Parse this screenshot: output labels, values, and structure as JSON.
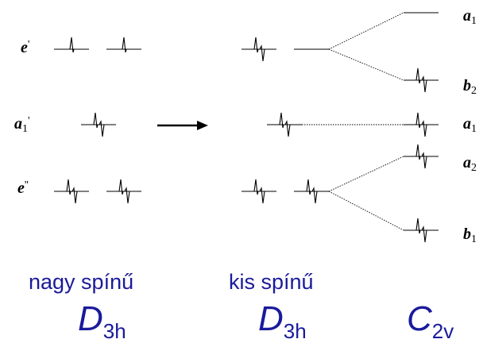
{
  "labels": {
    "left": {
      "e_prime": {
        "base": "e",
        "prime": "'"
      },
      "a1_prime": {
        "base": "a",
        "sub": "1",
        "prime": "'"
      },
      "e_dprime": {
        "base": "e",
        "prime": "''"
      }
    },
    "right": {
      "a1_top": {
        "base": "a",
        "sub": "1"
      },
      "b2": {
        "base": "b",
        "sub": "2"
      },
      "a1_mid": {
        "base": "a",
        "sub": "1"
      },
      "a2": {
        "base": "a",
        "sub": "2"
      },
      "b1": {
        "base": "b",
        "sub": "1"
      }
    }
  },
  "captions": {
    "high_spin": "nagy spínű",
    "low_spin": "kis spínű"
  },
  "symmetry": {
    "left": {
      "main": "D",
      "sub": "3h"
    },
    "middle": {
      "main": "D",
      "sub": "3h"
    },
    "right": {
      "main": "C",
      "sub": "2v"
    }
  },
  "levels": {
    "high_spin_D3h": [
      {
        "name": "e'",
        "electrons": [
          1,
          1
        ]
      },
      {
        "name": "a1'",
        "electrons": [
          2
        ]
      },
      {
        "name": "e''",
        "electrons": [
          2,
          2
        ]
      }
    ],
    "low_spin_D3h": [
      {
        "name": "e'",
        "electrons": [
          2,
          0
        ]
      },
      {
        "name": "a1'",
        "electrons": [
          2
        ]
      },
      {
        "name": "e''",
        "electrons": [
          2,
          2
        ]
      }
    ],
    "C2v": [
      {
        "name": "a1",
        "electrons": [
          0
        ]
      },
      {
        "name": "b2",
        "electrons": [
          2
        ]
      },
      {
        "name": "a1",
        "electrons": [
          2
        ]
      },
      {
        "name": "a2",
        "electrons": [
          2
        ]
      },
      {
        "name": "b1",
        "electrons": [
          2
        ]
      }
    ]
  },
  "colors": {
    "line": "#000000",
    "caption": "#1a1a9c"
  }
}
